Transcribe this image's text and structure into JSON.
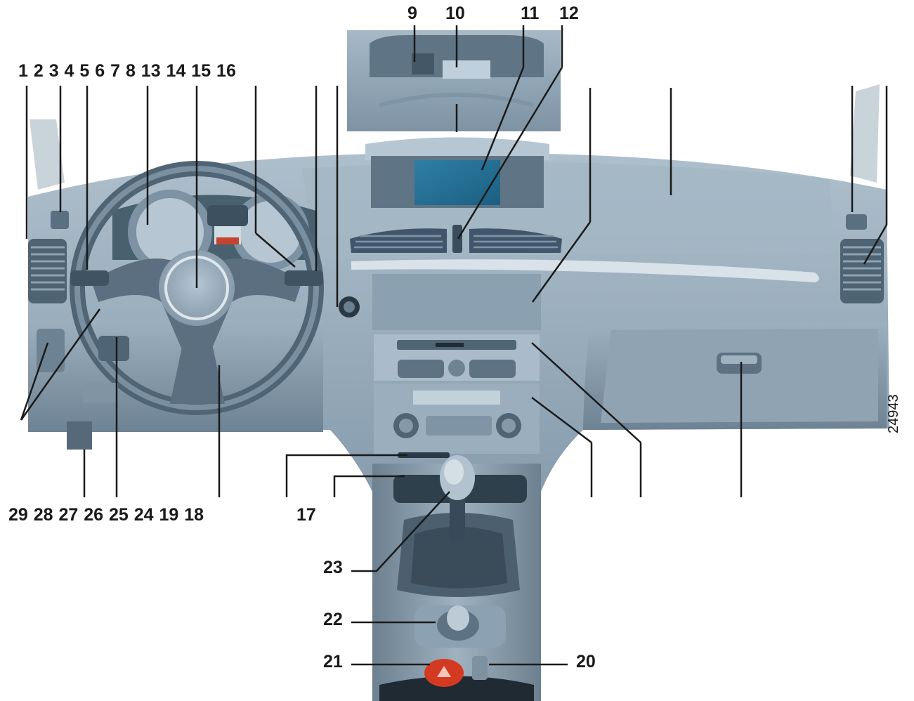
{
  "labels": {
    "row_top": "1 2 3 4 5 6 7 8 13 14 15 16",
    "row_bottom": "29 28 27 26 25 24 19 18",
    "n9": "9",
    "n10": "10",
    "n11": "11",
    "n12": "12",
    "n17": "17",
    "n20": "20",
    "n21": "21",
    "n22": "22",
    "n23": "23",
    "ref": "24943"
  }
}
